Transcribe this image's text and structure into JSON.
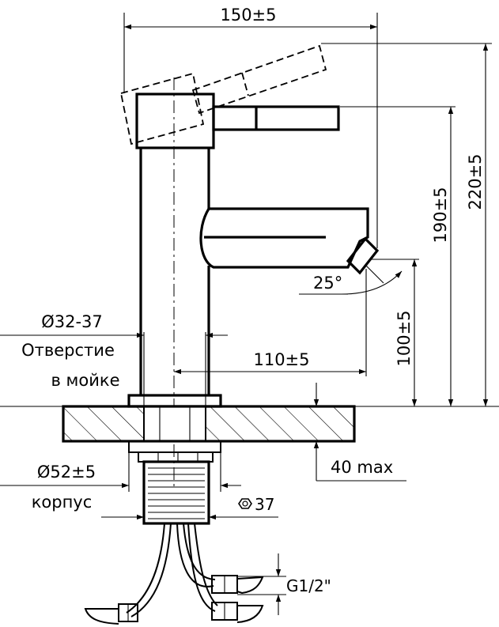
{
  "dimensions": {
    "overall_width": "150±5",
    "spout_reach": "110±5",
    "spout_height": "100±5",
    "handle_height": "190±5",
    "total_height": "220±5",
    "spout_angle": "25°",
    "deck_thickness": "40 max",
    "hex_size": "37",
    "thread": "G1/2\""
  },
  "labels": {
    "hole_diameter": "Ø32-37",
    "hole_line1": "Отверстие",
    "hole_line2": "в мойке",
    "body_diameter": "Ø52±5",
    "body_label": "корпус"
  },
  "colors": {
    "line": "#000000",
    "background": "#ffffff"
  }
}
